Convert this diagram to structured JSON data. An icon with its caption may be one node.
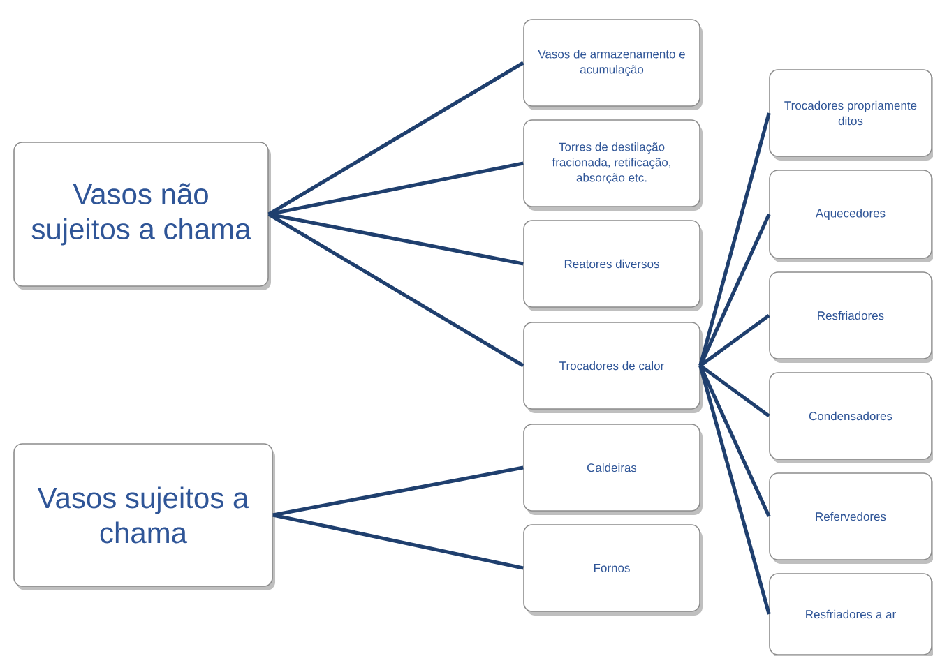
{
  "diagram": {
    "nodes": [
      {
        "text": [
          "Vasos não sujeitos a chama"
        ]
      },
      {
        "text": [
          "Vasos de armazenamento e acumulação"
        ]
      },
      {
        "text": [
          "Torres de destilação fracionada, retificação, absorção etc."
        ]
      },
      {
        "text": [
          "Reatores diversos"
        ]
      },
      {
        "text": [
          "Trocadores de calor"
        ]
      },
      {
        "text": [
          "Trocadores propriamente ditos"
        ]
      },
      {
        "text": [
          "Aquecedores"
        ]
      },
      {
        "text": [
          "Resfriadores"
        ]
      },
      {
        "text": [
          "Condensadores"
        ]
      },
      {
        "text": [
          "Refervedores"
        ]
      },
      {
        "text": [
          "Resfriadores a ar"
        ]
      },
      {
        "text": [
          "Vasos sujeitos a chama"
        ]
      },
      {
        "text": [
          "Caldeiras"
        ]
      },
      {
        "text": [
          "Fornos"
        ]
      }
    ],
    "edges": [
      {
        "from": 0,
        "to": 1,
        "arrow": "none"
      },
      {
        "from": 0,
        "to": 2,
        "arrow": "none"
      },
      {
        "from": 0,
        "to": 3,
        "arrow": "none"
      },
      {
        "from": 0,
        "to": 4,
        "arrow": "none"
      },
      {
        "from": 4,
        "to": 5,
        "arrow": "none"
      },
      {
        "from": 4,
        "to": 6,
        "arrow": "none"
      },
      {
        "from": 4,
        "to": 7,
        "arrow": "none"
      },
      {
        "from": 4,
        "to": 8,
        "arrow": "none"
      },
      {
        "from": 4,
        "to": 9,
        "arrow": "none"
      },
      {
        "from": 4,
        "to": 10,
        "arrow": "none"
      },
      {
        "from": 11,
        "to": 12,
        "arrow": "none"
      },
      {
        "from": 11,
        "to": 13,
        "arrow": "none"
      }
    ]
  }
}
